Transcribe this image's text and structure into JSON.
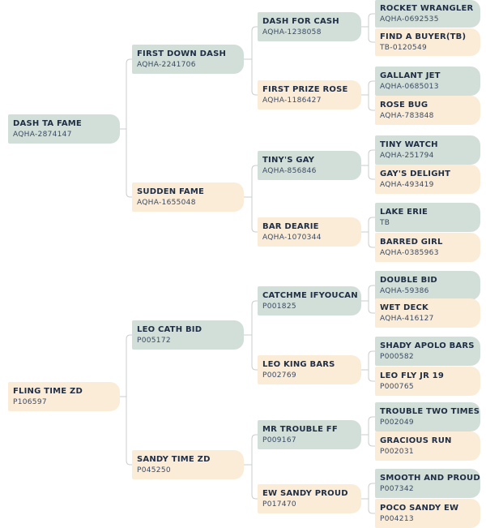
{
  "pedigree": [
    {
      "name": "DASH TA FAME",
      "reg": "AQHA-2874147",
      "side": "sire"
    },
    {
      "name": "FIRST DOWN DASH",
      "reg": "AQHA-2241706",
      "side": "sire"
    },
    {
      "name": "SUDDEN FAME",
      "reg": "AQHA-1655048",
      "side": "dam"
    },
    {
      "name": "DASH FOR CASH",
      "reg": "AQHA-1238058",
      "side": "sire"
    },
    {
      "name": "FIRST PRIZE ROSE",
      "reg": "AQHA-1186427",
      "side": "dam"
    },
    {
      "name": "TINY'S GAY",
      "reg": "AQHA-856846",
      "side": "sire"
    },
    {
      "name": "BAR DEARIE",
      "reg": "AQHA-1070344",
      "side": "dam"
    },
    {
      "name": "ROCKET WRANGLER",
      "reg": "AQHA-0692535",
      "side": "sire"
    },
    {
      "name": "FIND A BUYER(TB)",
      "reg": "TB-0120549",
      "side": "dam"
    },
    {
      "name": "GALLANT JET",
      "reg": "AQHA-0685013",
      "side": "sire"
    },
    {
      "name": "ROSE BUG",
      "reg": "AQHA-783848",
      "side": "dam"
    },
    {
      "name": "TINY WATCH",
      "reg": "AQHA-251794",
      "side": "sire"
    },
    {
      "name": "GAY'S DELIGHT",
      "reg": "AQHA-493419",
      "side": "dam"
    },
    {
      "name": "LAKE ERIE",
      "reg": "TB",
      "side": "sire"
    },
    {
      "name": "BARRED GIRL",
      "reg": "AQHA-0385963",
      "side": "dam"
    },
    {
      "name": "FLING TIME ZD",
      "reg": "P106597",
      "side": "dam"
    },
    {
      "name": "LEO CATH BID",
      "reg": "P005172",
      "side": "sire"
    },
    {
      "name": "SANDY TIME ZD",
      "reg": "P045250",
      "side": "dam"
    },
    {
      "name": "CATCHME IFYOUCAN",
      "reg": "P001825",
      "side": "sire"
    },
    {
      "name": "LEO KING BARS",
      "reg": "P002769",
      "side": "dam"
    },
    {
      "name": "MR TROUBLE FF",
      "reg": "P009167",
      "side": "sire"
    },
    {
      "name": "EW SANDY PROUD",
      "reg": "P017470",
      "side": "dam"
    },
    {
      "name": "DOUBLE BID",
      "reg": "AQHA-59386",
      "side": "sire"
    },
    {
      "name": "WET DECK",
      "reg": "AQHA-416127",
      "side": "dam"
    },
    {
      "name": "SHADY APOLO BARS",
      "reg": "P000582",
      "side": "sire"
    },
    {
      "name": "LEO FLY JR 19",
      "reg": "P000765",
      "side": "dam"
    },
    {
      "name": "TROUBLE TWO TIMES",
      "reg": "P002049",
      "side": "sire"
    },
    {
      "name": "GRACIOUS RUN",
      "reg": "P002031",
      "side": "dam"
    },
    {
      "name": "SMOOTH AND PROUD",
      "reg": "P007342",
      "side": "sire"
    },
    {
      "name": "POCO SANDY EW",
      "reg": "P004213",
      "side": "dam"
    }
  ],
  "colors": {
    "sire": "#d2dfd8",
    "dam": "#fbecd8",
    "connector": "#c9ccd0"
  }
}
